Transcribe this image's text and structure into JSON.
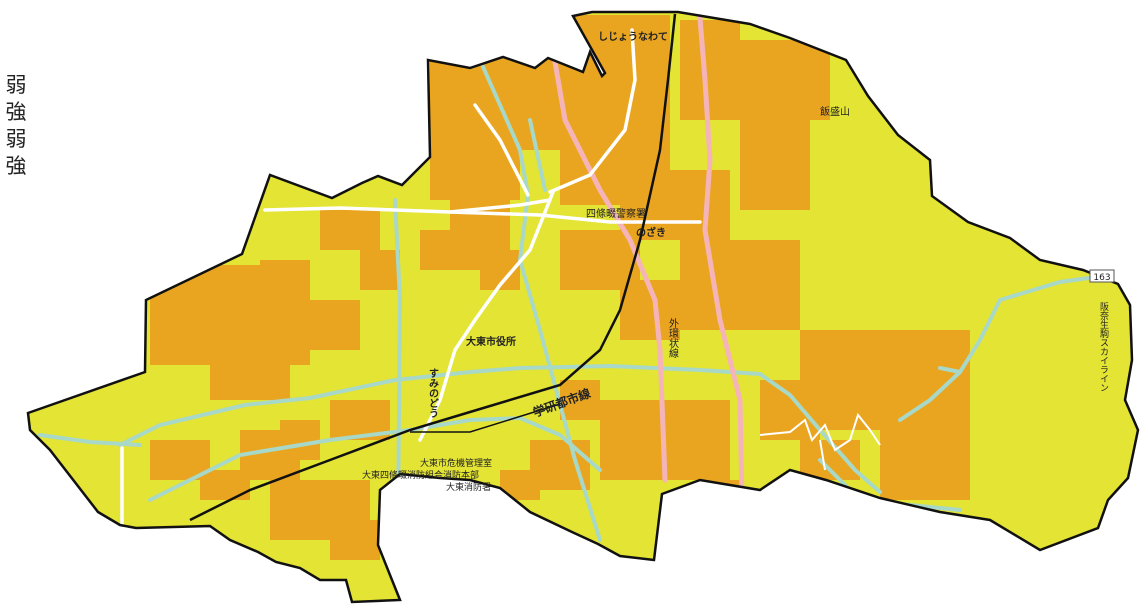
{
  "legend": [
    "弱",
    "強",
    "弱",
    "強"
  ],
  "colors": {
    "weak": "#e3e434",
    "strong": "#e9a520",
    "border": "#111111",
    "river": "#a8d8c8",
    "railway": "#111111",
    "main_road": "#f5b5b8",
    "road": "#ffffff"
  },
  "labels": {
    "shijounawate": "しじょうなわて",
    "iimoriyama": "飯盛山",
    "shijonawate_police": "四條畷警察署",
    "nozaki": "のざき",
    "gaikan_line": "外環状線",
    "daito_city_hall": "大東市役所",
    "suminodou": "すみのどう",
    "gakken_toshi_line": "学研都市線",
    "daito_crisis": "大東市危機管理室",
    "daito_fire_hq": "大東四條畷消防組合消防本部",
    "daito_fire_station": "大東消防署",
    "hanna_skyline": "阪奈生駒スカイライン",
    "route_badge": "163"
  }
}
